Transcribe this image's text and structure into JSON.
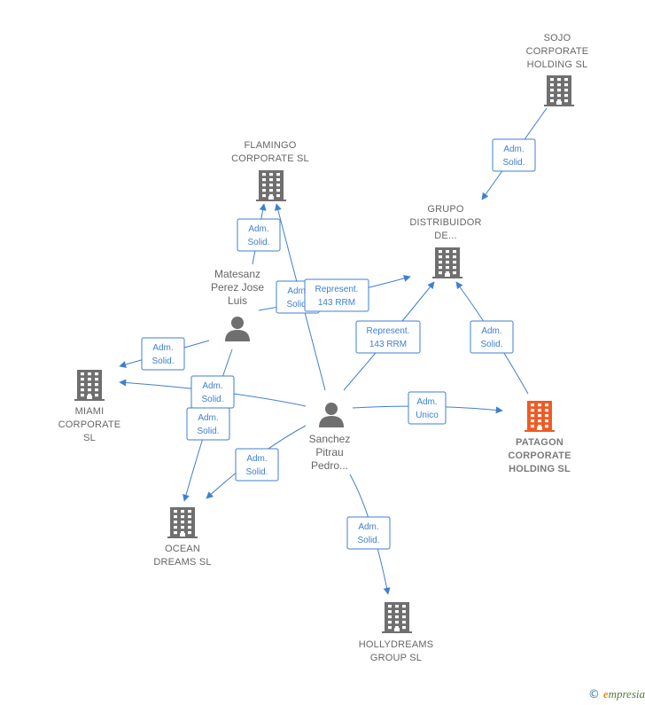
{
  "colors": {
    "edge": "#3f7fd0",
    "building": "#6f6f6f",
    "focus_building": "#f15a24",
    "person": "#6f6f6f"
  },
  "nodes": [
    {
      "id": "sojo",
      "kind": "company",
      "lines": [
        "SOJO",
        "CORPORATE",
        "HOLDING  SL"
      ],
      "icon": "building-icon"
    },
    {
      "id": "flamingo",
      "kind": "company",
      "lines": [
        "FLAMINGO",
        "CORPORATE SL"
      ],
      "icon": "building-icon"
    },
    {
      "id": "grupo",
      "kind": "company",
      "lines": [
        "GRUPO",
        "DISTRIBUIDOR",
        "DE..."
      ],
      "icon": "building-icon"
    },
    {
      "id": "matesanz",
      "kind": "person",
      "lines": [
        "Matesanz",
        "Perez Jose",
        "Luis"
      ],
      "icon": "person-icon"
    },
    {
      "id": "miami",
      "kind": "company",
      "lines": [
        "MIAMI",
        "CORPORATE",
        "SL"
      ],
      "icon": "building-icon"
    },
    {
      "id": "sanchez",
      "kind": "person",
      "lines": [
        "Sanchez",
        "Pitrau",
        "Pedro..."
      ],
      "icon": "person-icon"
    },
    {
      "id": "patagon",
      "kind": "company",
      "focus": true,
      "lines": [
        "PATAGON",
        "CORPORATE",
        "HOLDING  SL"
      ],
      "icon": "building-icon"
    },
    {
      "id": "ocean",
      "kind": "company",
      "lines": [
        "OCEAN",
        "DREAMS SL"
      ],
      "icon": "building-icon"
    },
    {
      "id": "hollydreams",
      "kind": "company",
      "lines": [
        "HOLLYDREAMS",
        "GROUP SL"
      ],
      "icon": "building-icon"
    }
  ],
  "edges": [
    {
      "from": "sojo",
      "to": "grupo",
      "label": [
        "Adm.",
        "Solid."
      ]
    },
    {
      "from": "matesanz",
      "to": "flamingo",
      "label": [
        "Adm.",
        "Solid."
      ]
    },
    {
      "from": "sanchez",
      "to": "flamingo",
      "label": [
        "Adm.",
        "Solid."
      ]
    },
    {
      "from": "matesanz",
      "to": "grupo",
      "label": [
        "Represent.",
        "143 RRM"
      ]
    },
    {
      "from": "sanchez",
      "to": "grupo",
      "label": [
        "Represent.",
        "143 RRM"
      ]
    },
    {
      "from": "patagon",
      "to": "grupo",
      "label": [
        "Adm.",
        "Solid."
      ]
    },
    {
      "from": "matesanz",
      "to": "miami",
      "label": [
        "Adm.",
        "Solid."
      ]
    },
    {
      "from": "sanchez",
      "to": "miami",
      "label": [
        "Adm.",
        "Solid."
      ]
    },
    {
      "from": "matesanz",
      "to": "ocean",
      "label": [
        "Adm.",
        "Solid."
      ]
    },
    {
      "from": "sanchez",
      "to": "ocean",
      "label": [
        "Adm.",
        "Solid."
      ]
    },
    {
      "from": "sanchez",
      "to": "patagon",
      "label": [
        "Adm.",
        "Unico"
      ]
    },
    {
      "from": "sanchez",
      "to": "hollydreams",
      "label": [
        "Adm.",
        "Solid."
      ]
    }
  ],
  "footer": {
    "copyright": "©",
    "brand_initial": "e",
    "brand_rest": "mpresia"
  }
}
